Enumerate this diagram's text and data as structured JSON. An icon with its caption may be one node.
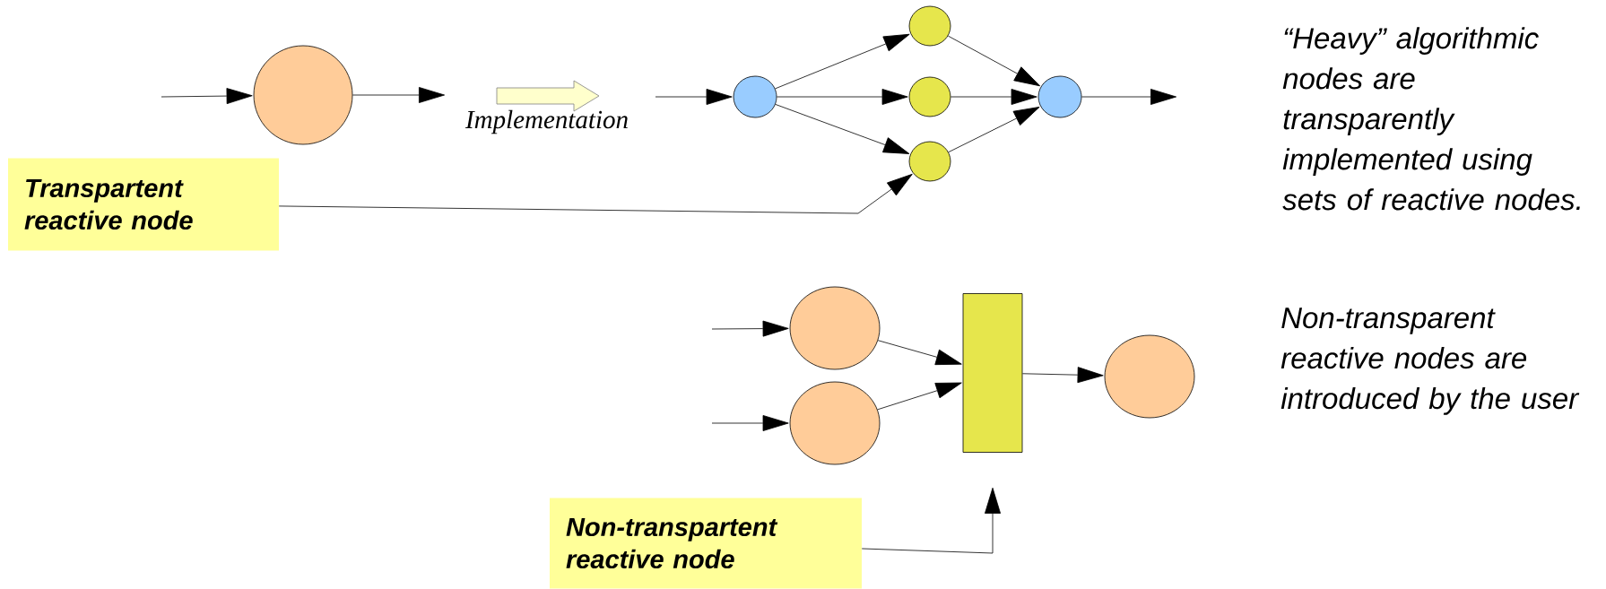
{
  "diagram": {
    "nodes": [
      {
        "text": [],
        "shape": "circle"
      },
      {
        "text": [],
        "shape": "circle"
      },
      {
        "text": [],
        "shape": "circle"
      },
      {
        "text": [],
        "shape": "circle"
      },
      {
        "text": [],
        "shape": "circle"
      },
      {
        "text": [],
        "shape": "circle"
      },
      {
        "text": [
          "Transpartent reactive node"
        ]
      },
      {
        "text": [],
        "shape": "circle"
      },
      {
        "text": [],
        "shape": "circle"
      },
      {
        "text": [],
        "shape": "box"
      },
      {
        "text": [],
        "shape": "circle"
      },
      {
        "text": [
          "Non-transpartent reactive node"
        ]
      }
    ],
    "edges": [
      {
        "from": null,
        "to": 0,
        "arrow": "to"
      },
      {
        "from": 0,
        "to": null,
        "arrow": "to"
      },
      {
        "from": null,
        "to": 1,
        "arrow": "to"
      },
      {
        "from": 1,
        "to": 2,
        "arrow": "to"
      },
      {
        "from": 1,
        "to": 3,
        "arrow": "to"
      },
      {
        "from": 1,
        "to": 4,
        "arrow": "to"
      },
      {
        "from": 2,
        "to": 5,
        "arrow": "to"
      },
      {
        "from": 3,
        "to": 5,
        "arrow": "to"
      },
      {
        "from": 4,
        "to": 5,
        "arrow": "to"
      },
      {
        "from": 5,
        "to": null,
        "arrow": "to"
      },
      {
        "from": 6,
        "to": 4,
        "arrow": "to"
      },
      {
        "from": null,
        "to": 7,
        "arrow": "to"
      },
      {
        "from": null,
        "to": 8,
        "arrow": "to"
      },
      {
        "from": 7,
        "to": 9,
        "arrow": "to"
      },
      {
        "from": 8,
        "to": 9,
        "arrow": "to"
      },
      {
        "from": 9,
        "to": 10,
        "arrow": "to"
      },
      {
        "from": 11,
        "to": 9,
        "arrow": "to"
      }
    ],
    "labels": [
      "Implementation",
      "“Heavy” algorithmic nodes are transparently implemented using sets of reactive nodes.",
      "Non-transparent reactive nodes are introduced by the user"
    ]
  }
}
